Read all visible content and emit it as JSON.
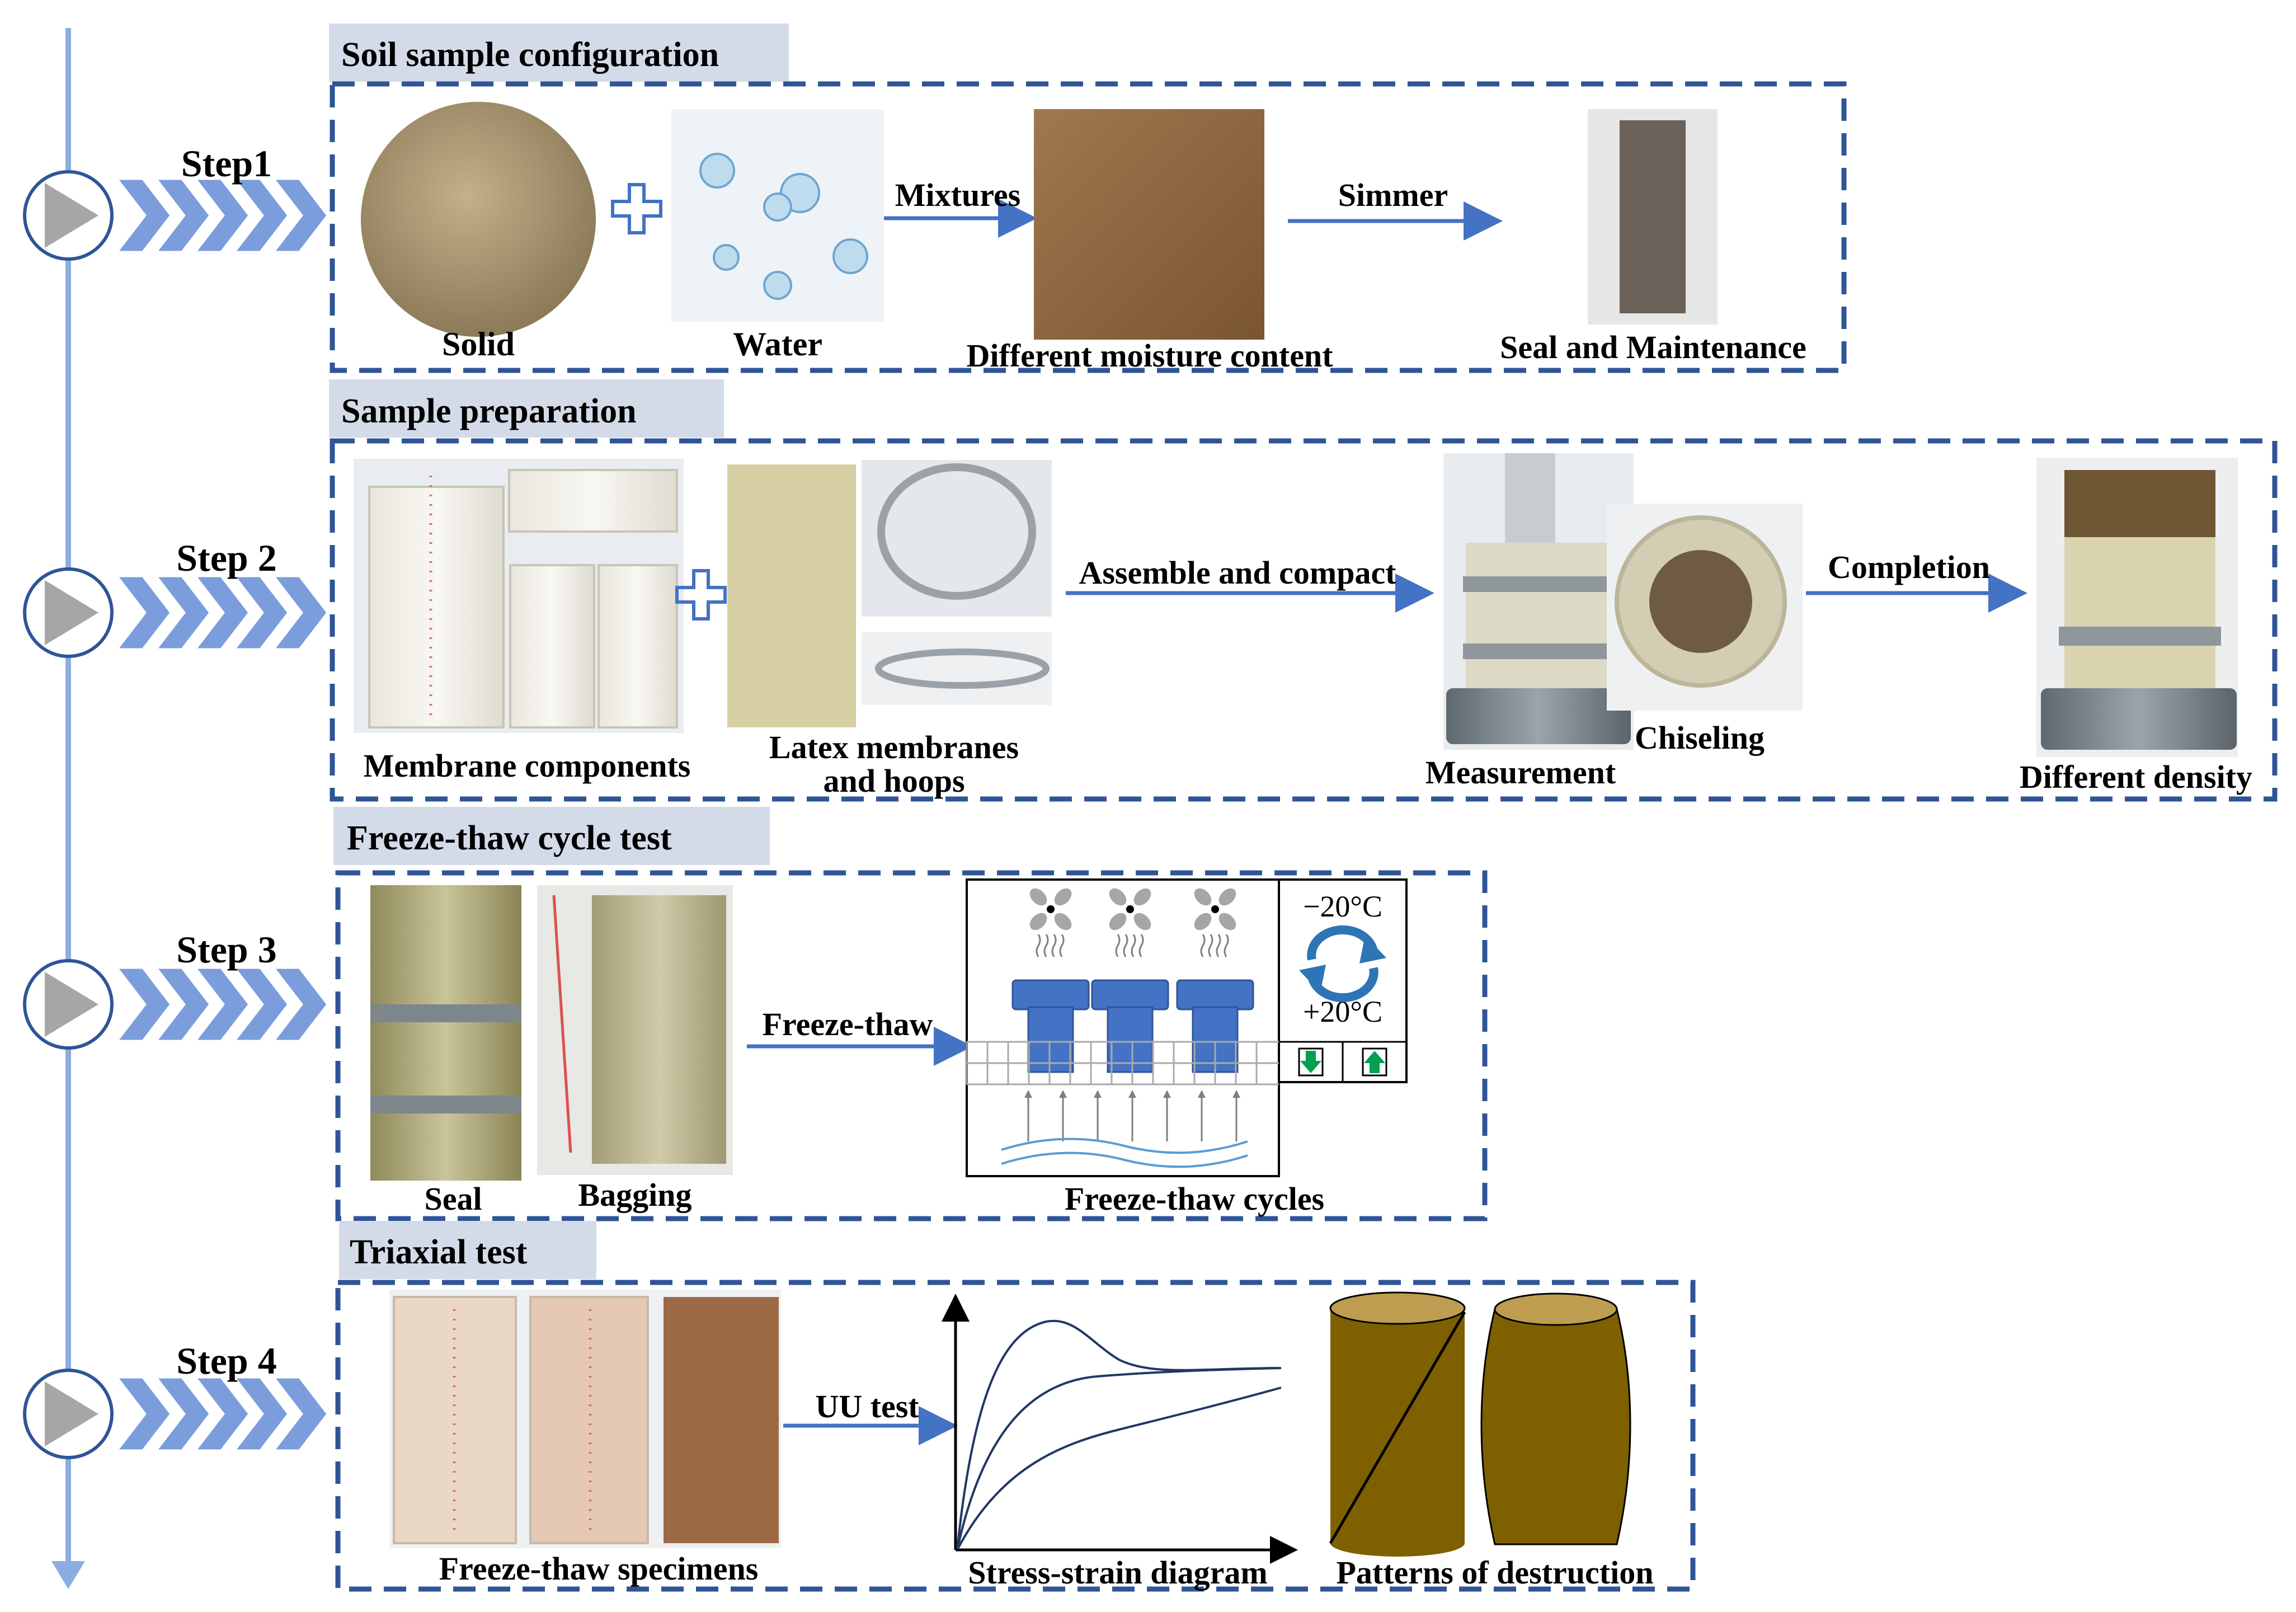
{
  "colors": {
    "timeline": "#8aaee0",
    "chevron": "#7b9ddc",
    "dashed_frame": "#2f5597",
    "header_fill": "#d4dbe8",
    "arrow": "#4472c4",
    "cylinder": "#4472c4",
    "soil": "#7f6000",
    "soil_top": "#bf9d50"
  },
  "steps": [
    {
      "label": "Step1",
      "header": "Soil sample configuration",
      "images": [
        {
          "name": "solid-soil-photo",
          "caption": "Solid"
        },
        {
          "name": "water-droplets-photo",
          "caption": "Water"
        },
        {
          "name": "moist-soil-photo",
          "caption": "Different  moisture  content"
        },
        {
          "name": "sealed-bag-photo",
          "caption": "Seal and Maintenance"
        }
      ],
      "arrows": [
        "Mixtures",
        "Simmer"
      ]
    },
    {
      "label": "Step 2",
      "header": "Sample preparation",
      "images": [
        {
          "name": "membrane-components-photo",
          "caption": "Membrane  components"
        },
        {
          "name": "latex-membranes-photo",
          "caption": "Latex membranes"
        },
        {
          "name": "measurement-photo",
          "caption": "Measurement"
        },
        {
          "name": "chiseling-photo",
          "caption": "Chiseling"
        },
        {
          "name": "finished-sample-photo",
          "caption": "Different  density"
        }
      ],
      "caption_line2": "and  hoops",
      "arrows": [
        "Assemble  and  compact",
        "Completion"
      ]
    },
    {
      "label": "Step 3",
      "header": "Freeze-thaw cycle test",
      "images": [
        {
          "name": "sealed-specimen-photo",
          "caption": "Seal"
        },
        {
          "name": "bagged-specimen-photo",
          "caption": "Bagging"
        }
      ],
      "arrows": [
        "Freeze-thaw"
      ],
      "chamber_caption": "Freeze-thaw  cycles",
      "temp_low": "−20°C",
      "temp_high": "+20°C"
    },
    {
      "label": "Step 4",
      "header": "Triaxial test",
      "images": [
        {
          "name": "freeze-thaw-specimens-photo",
          "caption": "Freeze-thaw  specimens"
        }
      ],
      "arrows": [
        "UU test"
      ],
      "diagram_caption": "Stress-strain  diagram",
      "patterns_caption": "Patterns  of  destruction"
    }
  ]
}
